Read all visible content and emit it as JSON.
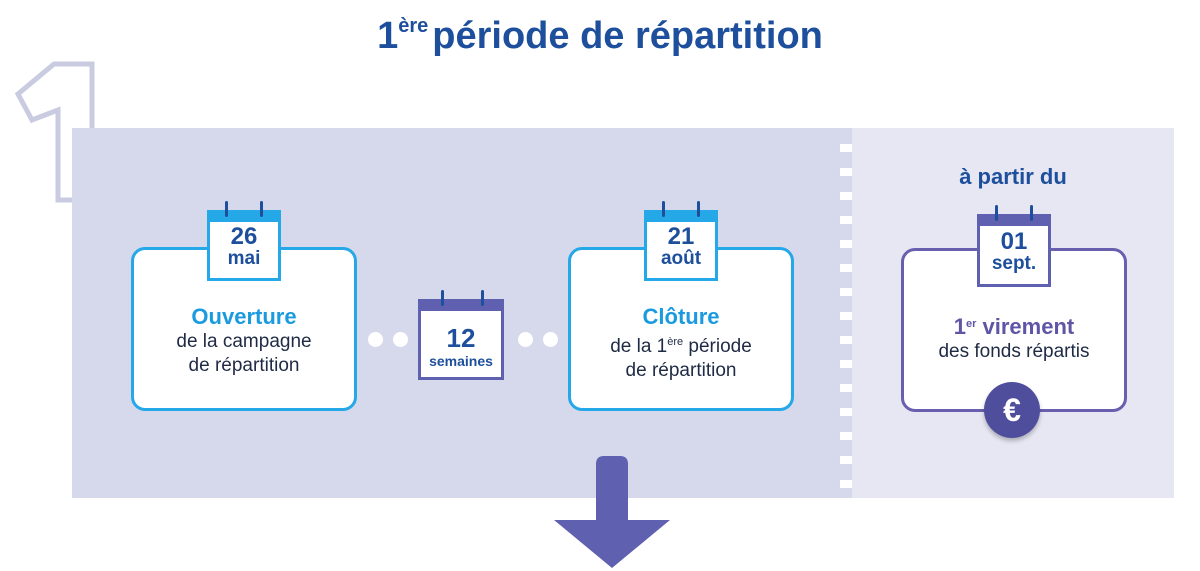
{
  "title": {
    "sup": "ère",
    "main_number": "1",
    "text": "période de répartition"
  },
  "big_number": "1",
  "step1": {
    "date_day": "26",
    "date_month": "mai",
    "heading": "Ouverture",
    "line1": "de la campagne",
    "line2": "de répartition"
  },
  "duration": {
    "value": "12",
    "unit": "semaines"
  },
  "step2": {
    "date_day": "21",
    "date_month": "août",
    "heading": "Clôture",
    "line1_pre": "de la 1",
    "line1_sup": "ère",
    "line1_post": " période",
    "line2": "de répartition"
  },
  "step3": {
    "prefix": "à partir du",
    "date_day": "01",
    "date_month": "sept.",
    "heading_num": "1",
    "heading_sup": "er",
    "heading_word": " virement",
    "line1": "des fonds répartis",
    "currency_symbol": "€"
  },
  "colors": {
    "title_blue": "#1d4f9c",
    "accent_blue": "#25a8e8",
    "accent_purple": "#6a5fae",
    "panel_left": "#d6d9ec",
    "panel_right": "#e6e7f3",
    "arrow": "#5f61b0"
  }
}
